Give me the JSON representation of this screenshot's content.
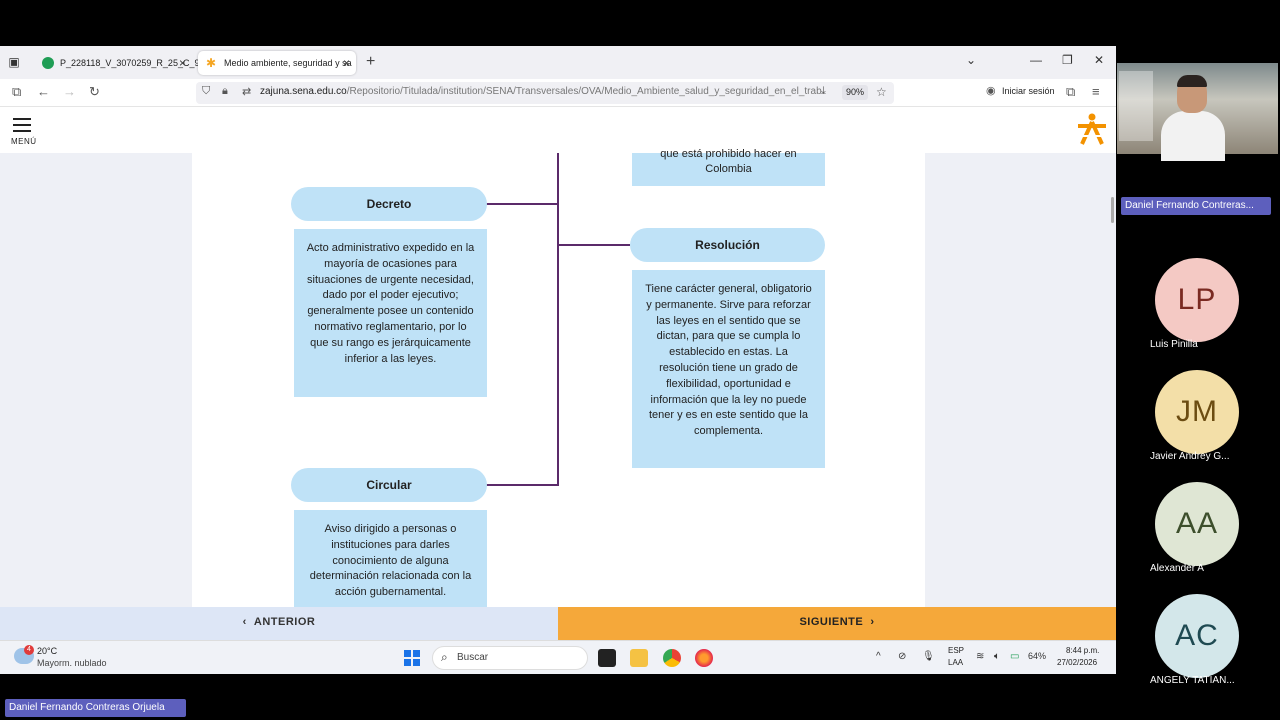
{
  "browser": {
    "tabs": [
      {
        "title": "P_228118_V_3070259_R_25_C_9"
      },
      {
        "title": "Medio ambiente, seguridad y sa"
      }
    ],
    "url_domain": "zajuna.sena.edu.co",
    "url_path": "/Repositorio/Titulada/institution/SENA/Transversales/OVA/Medio_Ambiente_salud_y_seguridad_en_el_trab",
    "zoom": "90%",
    "signin_label": "Iniciar sesión"
  },
  "page": {
    "menu_label": "MENÚ",
    "top_fragment": "que está prohibido hacer en\nColombia",
    "decreto": {
      "title": "Decreto",
      "text": "Acto administrativo expedido en la mayoría de ocasiones para situaciones de urgente necesidad, dado por el poder ejecutivo; generalmente posee un contenido normativo reglamentario, por lo que su rango es jerárquicamente inferior a las leyes."
    },
    "resolucion": {
      "title": "Resolución",
      "text": "Tiene carácter general, obligatorio y permanente. Sirve para reforzar las leyes en el sentido que se dictan, para que se cumpla lo establecido en estas. La resolución tiene un grado de flexibilidad, oportunidad e información que la ley no puede tener y es en este sentido que la complementa."
    },
    "circular": {
      "title": "Circular",
      "text": "Aviso dirigido a personas o instituciones para darles conocimiento de alguna determinación relacionada con la acción gubernamental."
    },
    "prev_label": "ANTERIOR",
    "next_label": "SIGUIENTE"
  },
  "taskbar": {
    "weather_temp": "20°C",
    "weather_desc": "Mayorm. nublado",
    "weather_badge": "4",
    "search_placeholder": "Buscar",
    "lang": "ESP",
    "lang_sub": "LAA",
    "battery": "64%",
    "time": "8:44 p.m.",
    "date": "27/02/2026"
  },
  "call": {
    "speaker_name": "Daniel Fernando Contreras...",
    "participants": [
      {
        "initials": "LP",
        "name": "Luis Pinilla",
        "bg": "#f4c9c4",
        "fg": "#7a2a22"
      },
      {
        "initials": "JM",
        "name": "Javier Andrey G...",
        "bg": "#f3dfa8",
        "fg": "#6b4c12"
      },
      {
        "initials": "AA",
        "name": "Alexander A",
        "bg": "#dfe6d4",
        "fg": "#3d4f2c"
      },
      {
        "initials": "AC",
        "name": "ANGELY TATIAN...",
        "bg": "#d3e7ea",
        "fg": "#1f4a52"
      }
    ],
    "presenter_name": "Daniel Fernando Contreras Orjuela"
  }
}
